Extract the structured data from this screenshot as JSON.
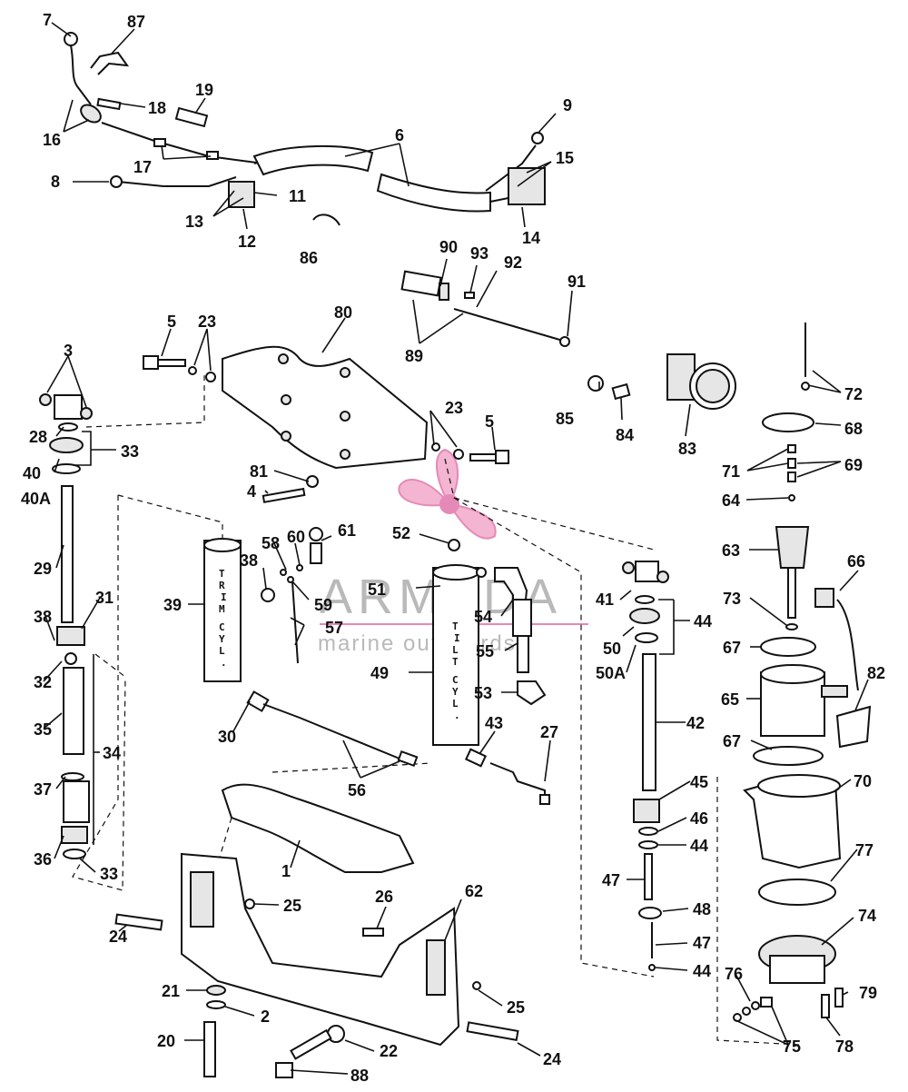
{
  "watermark": {
    "brand": "ARMADA",
    "tagline": "marine outboards"
  },
  "cylinder_labels": {
    "trim": [
      "T",
      "R",
      "I",
      "M",
      "C",
      "Y",
      "L",
      "."
    ],
    "tilt": [
      "T",
      "I",
      "L",
      "T",
      "C",
      "Y",
      "L",
      "."
    ]
  },
  "callouts": [
    "7",
    "87",
    "18",
    "19",
    "16",
    "17",
    "9",
    "6",
    "15",
    "8",
    "11",
    "13",
    "12",
    "14",
    "86",
    "90",
    "93",
    "92",
    "91",
    "89",
    "5",
    "23",
    "80",
    "3",
    "28",
    "33",
    "40",
    "40A",
    "85",
    "84",
    "83",
    "72",
    "68",
    "71",
    "69",
    "64",
    "23",
    "5",
    "81",
    "4",
    "60",
    "61",
    "58",
    "38",
    "59",
    "39",
    "57",
    "52",
    "51",
    "41",
    "44",
    "54",
    "50",
    "50A",
    "55",
    "63",
    "66",
    "73",
    "67",
    "65",
    "82",
    "29",
    "31",
    "38",
    "32",
    "35",
    "34",
    "37",
    "36",
    "33",
    "49",
    "53",
    "42",
    "30",
    "56",
    "43",
    "27",
    "67",
    "70",
    "45",
    "46",
    "44",
    "77",
    "1",
    "25",
    "26",
    "62",
    "47",
    "48",
    "24",
    "47",
    "44",
    "74",
    "76",
    "79",
    "21",
    "2",
    "25",
    "20",
    "22",
    "24",
    "75",
    "78",
    "88"
  ]
}
